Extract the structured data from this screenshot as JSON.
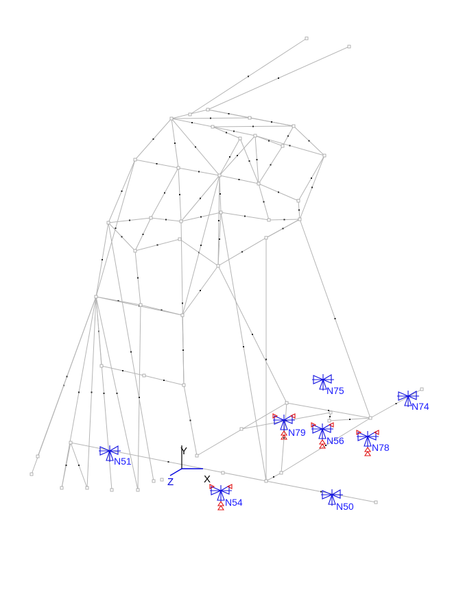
{
  "colors": {
    "member": "#b4b4b4",
    "node": "#a0a0a0",
    "support_blue": "#1010e0",
    "support_red": "#e01010",
    "axis_blue": "#0000dd",
    "axis_black": "#000000",
    "label": "#1a1aff"
  },
  "axes": {
    "y_label": "Y",
    "x_label": "X",
    "z_label": "Z"
  },
  "supports": [
    {
      "label": "N75",
      "restraint": "pinned"
    },
    {
      "label": "N74",
      "restraint": "pinned"
    },
    {
      "label": "N79",
      "restraint": "fixed"
    },
    {
      "label": "N56",
      "restraint": "fixed"
    },
    {
      "label": "N78",
      "restraint": "fixed"
    },
    {
      "label": "N51",
      "restraint": "pinned"
    },
    {
      "label": "N54",
      "restraint": "fixed"
    },
    {
      "label": "N50",
      "restraint": "pinned"
    }
  ]
}
